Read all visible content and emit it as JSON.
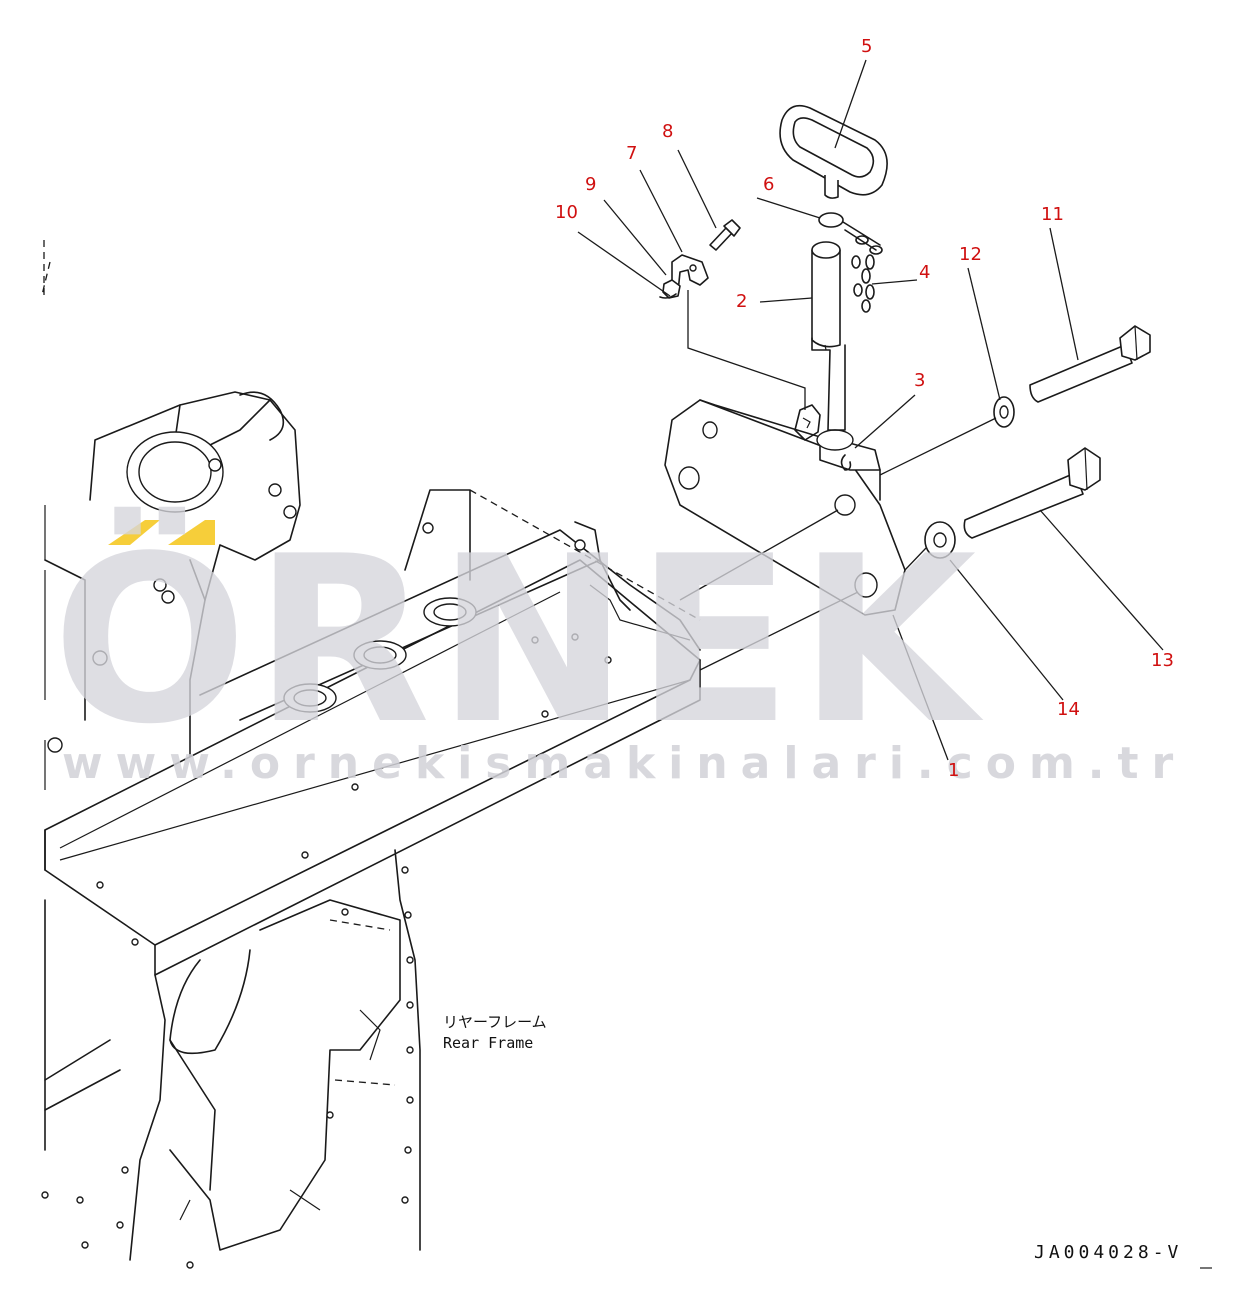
{
  "callouts": [
    {
      "id": "1",
      "label": "1"
    },
    {
      "id": "2",
      "label": "2"
    },
    {
      "id": "3",
      "label": "3"
    },
    {
      "id": "4",
      "label": "4"
    },
    {
      "id": "5",
      "label": "5"
    },
    {
      "id": "6",
      "label": "6"
    },
    {
      "id": "7",
      "label": "7"
    },
    {
      "id": "8",
      "label": "8"
    },
    {
      "id": "9",
      "label": "9"
    },
    {
      "id": "10",
      "label": "10"
    },
    {
      "id": "11",
      "label": "11"
    },
    {
      "id": "12",
      "label": "12"
    },
    {
      "id": "13",
      "label": "13"
    },
    {
      "id": "14",
      "label": "14"
    }
  ],
  "frame_label": {
    "japanese": "リヤーフレーム",
    "english": "Rear Frame"
  },
  "drawing_code": "JA004028-V",
  "watermark": {
    "brand": "ÖRNEK",
    "url": "www.ornekismakinalari.com.tr",
    "accent_color": "#f5c518",
    "text_color": "#d6d6dc"
  },
  "colors": {
    "callout": "#d01010",
    "line": "#1a1a1a",
    "background": "#ffffff"
  }
}
